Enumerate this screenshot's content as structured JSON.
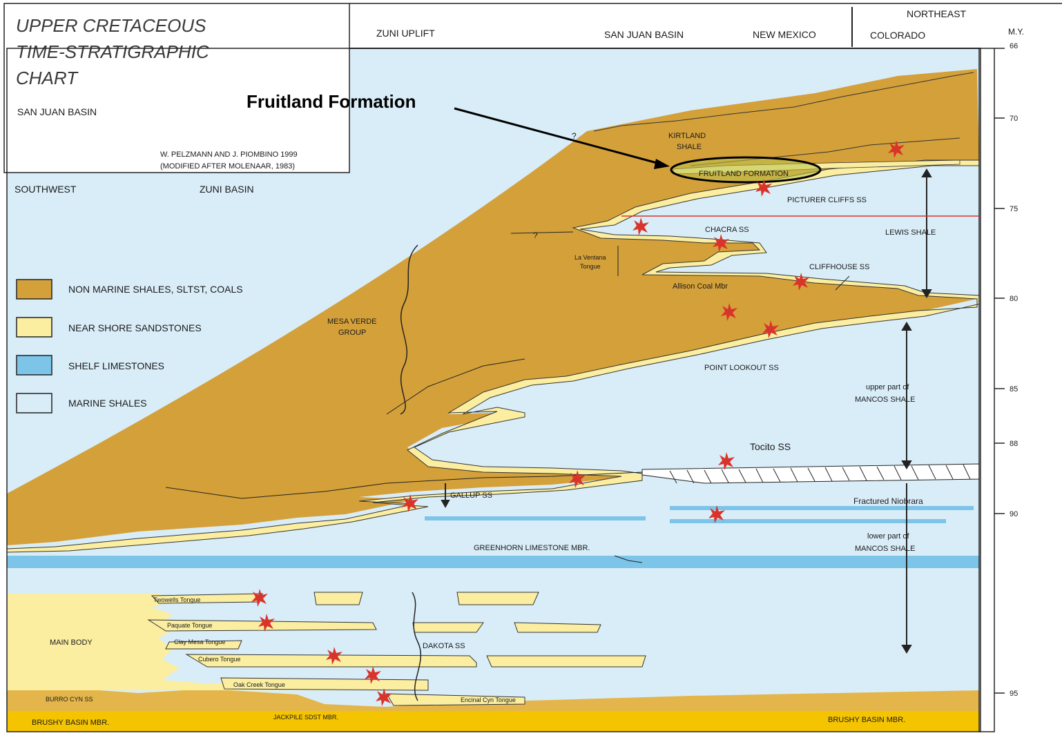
{
  "title_block": {
    "title_line1": "UPPER CRETACEOUS",
    "title_line2": "TIME-STRATIGRAPHIC",
    "title_line3": "CHART",
    "subtitle": "SAN JUAN BASIN",
    "credit_line1": "W. PELZMANN AND J. PIOMBINO 1999",
    "credit_line2": "(MODIFIED AFTER MOLENAAR, 1983)"
  },
  "header": {
    "zuni_uplift": "ZUNI UPLIFT",
    "san_juan_basin": "SAN JUAN BASIN",
    "new_mexico": "NEW MEXICO",
    "northeast": "NORTHEAST",
    "colorado": "COLORADO",
    "southwest": "SOUTHWEST",
    "zuni_basin": "ZUNI BASIN"
  },
  "axis": {
    "unit": "M.Y.",
    "ticks": [
      "66",
      "70",
      "75",
      "80",
      "85",
      "88",
      "90",
      "95"
    ]
  },
  "annotation": {
    "text": "Fruitland Formation"
  },
  "legend": [
    {
      "label": "NON MARINE SHALES, SLTST, COALS",
      "color": "#d4a03a"
    },
    {
      "label": "NEAR SHORE SANDSTONES",
      "color": "#fbeea0"
    },
    {
      "label": "SHELF LIMESTONES",
      "color": "#7cc4e8"
    },
    {
      "label": "MARINE SHALES",
      "color": "#d9edf8"
    }
  ],
  "units": {
    "kirtland_1": "KIRTLAND",
    "kirtland_2": "SHALE",
    "fruitland": "FRUITLAND FORMATION",
    "picture_cliffs": "PICTURER CLIFFS SS",
    "lewis": "LEWIS SHALE",
    "chacra": "CHACRA SS",
    "la_ventana_1": "La Ventana",
    "la_ventana_2": "Tongue",
    "cliffhouse": "CLIFFHOUSE SS",
    "allison": "Allison Coal Mbr",
    "mesa_verde_1": "MESA VERDE",
    "mesa_verde_2": "GROUP",
    "point_lookout": "POINT LOOKOUT SS",
    "upper_mancos_1": "upper part of",
    "upper_mancos_2": "MANCOS SHALE",
    "tocito": "Tocito SS",
    "gallup": "GALLUP SS",
    "niobrara": "Fractured Niobrara",
    "lower_mancos_1": "lower part of",
    "lower_mancos_2": "MANCOS SHALE",
    "greenhorn": "GREENHORN LIMESTONE MBR.",
    "twowells": "Twowells Tongue",
    "paquate": "Paquate Tongue",
    "clay_mesa": "Clay Mesa Tongue",
    "cubero": "Cubero Tongue",
    "oak_creek": "Oak Creek Tongue",
    "main_body": "MAIN BODY",
    "dakota": "DAKOTA SS",
    "burro_cyn": "BURRO CYN SS",
    "encinal": "Encinal Cyn Tongue",
    "jackpile": "JACKPILE SDST MBR.",
    "brushy_left": "BRUSHY BASIN MBR.",
    "brushy_right": "BRUSHY BASIN MBR.",
    "question": "?"
  }
}
